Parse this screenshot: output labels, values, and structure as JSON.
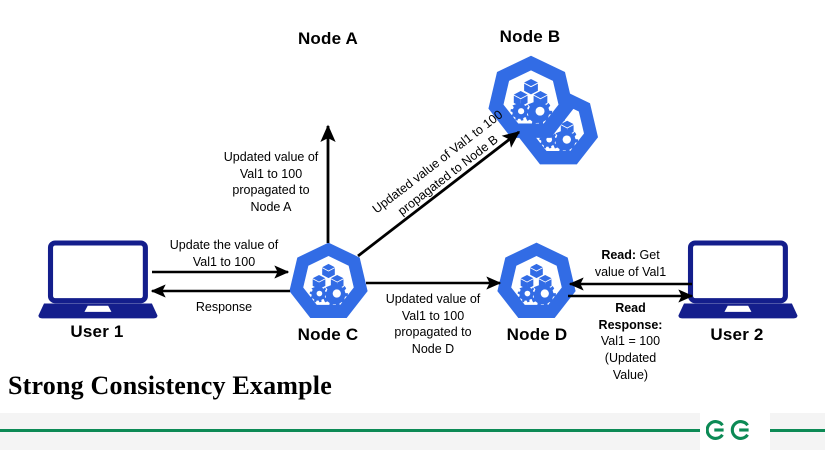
{
  "diagram": {
    "title": "Strong Consistency Example",
    "nodes": [
      {
        "id": "node-a",
        "label": "Node A",
        "icon": "kubernetes-node-icon"
      },
      {
        "id": "node-b",
        "label": "Node B",
        "icon": "kubernetes-node-icon"
      },
      {
        "id": "node-c",
        "label": "Node C",
        "icon": "kubernetes-node-icon"
      },
      {
        "id": "node-d",
        "label": "Node D",
        "icon": "kubernetes-node-icon"
      }
    ],
    "users": [
      {
        "id": "user-1",
        "label": "User 1",
        "icon": "laptop-icon"
      },
      {
        "id": "user-2",
        "label": "User 2",
        "icon": "laptop-icon"
      }
    ],
    "edges": [
      {
        "id": "edge-user1-to-nodec",
        "from": "user-1",
        "to": "node-c",
        "direction": "right",
        "label": "Update the value of\nVal1 to 100"
      },
      {
        "id": "edge-nodec-to-user1",
        "from": "node-c",
        "to": "user-1",
        "direction": "left",
        "label": "Response"
      },
      {
        "id": "edge-nodec-to-nodea",
        "from": "node-c",
        "to": "node-a",
        "direction": "up",
        "label": "Updated value of\nVal1 to 100\npropagated to\nNode A"
      },
      {
        "id": "edge-nodec-to-nodeb",
        "from": "node-c",
        "to": "node-b",
        "direction": "up-right",
        "label": "Updated value of Val1 to 100\npropagated to Node B"
      },
      {
        "id": "edge-nodec-to-noded",
        "from": "node-c",
        "to": "node-d",
        "direction": "right",
        "label": "Updated value of\nVal1 to 100\npropagated to\nNode D"
      },
      {
        "id": "edge-user2-to-noded",
        "from": "user-2",
        "to": "node-d",
        "direction": "left",
        "label_strong": "Read:",
        "label_rest": " Get\nvalue of Val1"
      },
      {
        "id": "edge-noded-to-user2",
        "from": "node-d",
        "to": "user-2",
        "direction": "right",
        "label_strong": "Read\nResponse:",
        "label_rest": "\nVal1 = 100\n(Updated\nValue)"
      }
    ]
  },
  "footer": {
    "logo_name": "geeksforgeeks-logo"
  },
  "colors": {
    "node_blue": "#326CE5",
    "node_blue_light": "#3F7FE8",
    "laptop_navy": "#141E8C",
    "arrow_black": "#000000",
    "footer_green": "#0C8A55",
    "footer_band": "#F4F4F4",
    "background": "#FFFFFF"
  }
}
